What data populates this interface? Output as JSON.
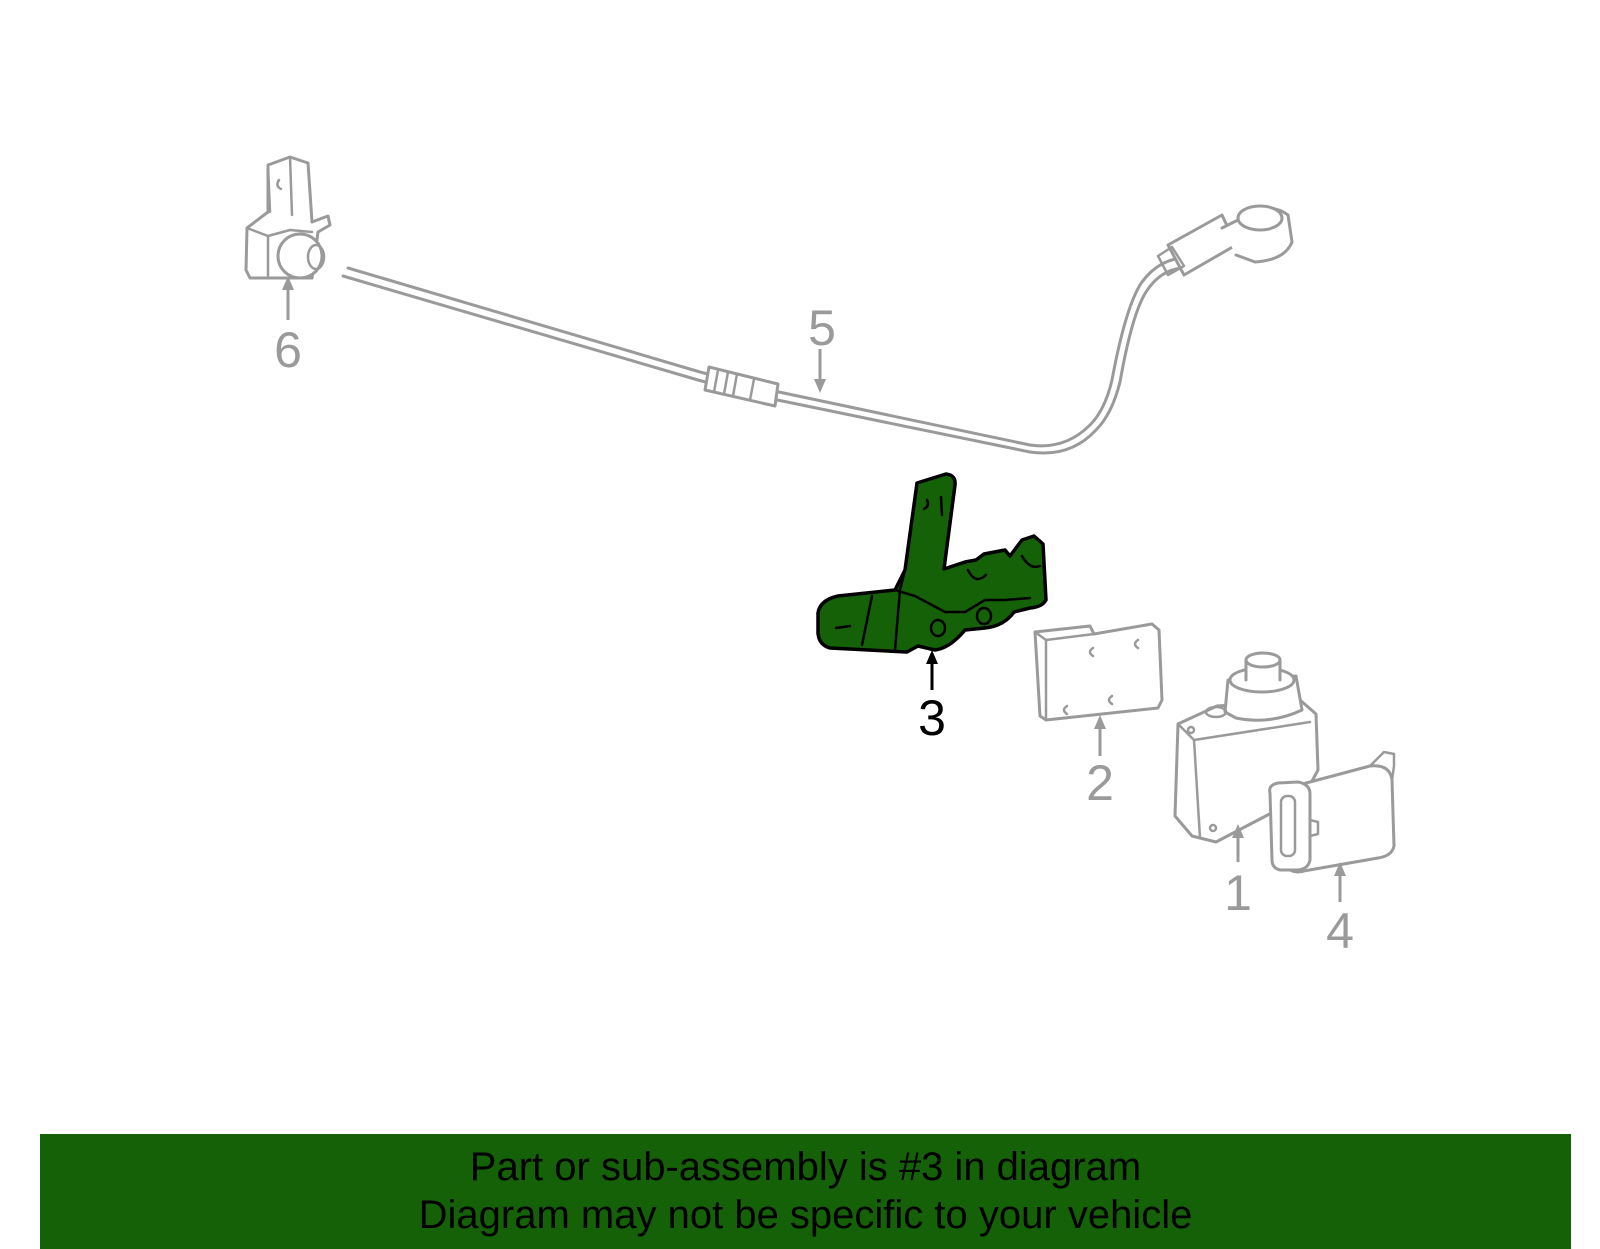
{
  "diagram": {
    "highlight_color": "#156107",
    "highlighted_part": "3",
    "callouts": {
      "c1": "1",
      "c2": "2",
      "c3": "3",
      "c4": "4",
      "c5": "5",
      "c6": "6"
    }
  },
  "banner": {
    "background": "#156107",
    "line1": "Part or sub-assembly is #3 in diagram",
    "line2": "Diagram may not be specific to your vehicle"
  }
}
